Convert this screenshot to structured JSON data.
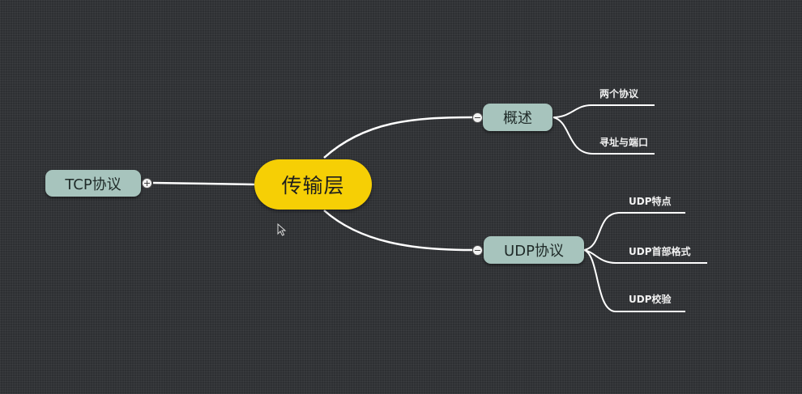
{
  "mindmap": {
    "central_topic": "传输层",
    "topics": [
      {
        "label": "TCP协议",
        "collapse_state": "collapsed",
        "toggle_glyph": "+",
        "children": []
      },
      {
        "label": "概述",
        "collapse_state": "expanded",
        "toggle_glyph": "−",
        "children": [
          "两个协议",
          "寻址与端口"
        ]
      },
      {
        "label": "UDP协议",
        "collapse_state": "expanded",
        "toggle_glyph": "−",
        "children": [
          "UDP特点",
          "UDP首部格式",
          "UDP校验"
        ]
      }
    ]
  },
  "colors": {
    "background": "#2e3033",
    "central_fill": "#f6cf05",
    "topic_fill": "#a7c4bd",
    "connector": "#ffffff",
    "subtopic_text": "#f2f2f2"
  }
}
